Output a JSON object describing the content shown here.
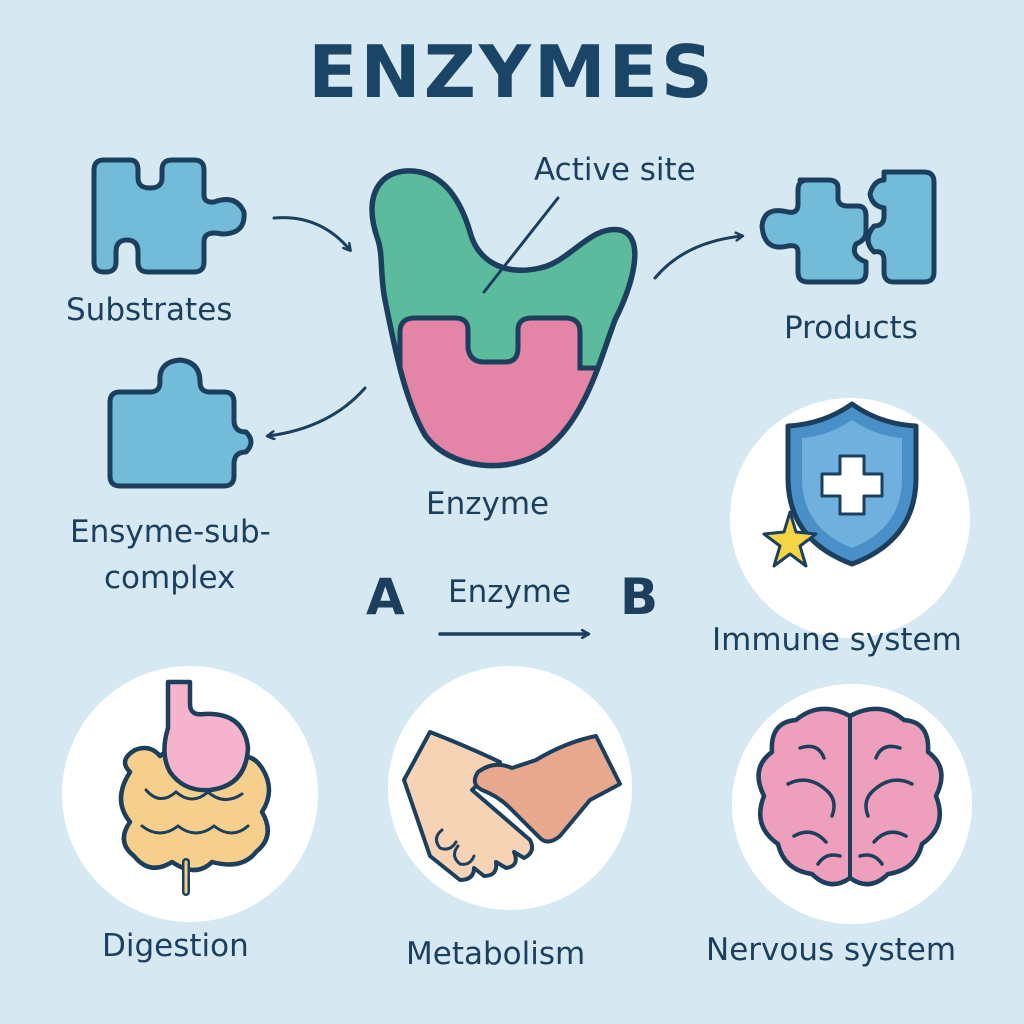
{
  "title": "ENZYMES",
  "labels": {
    "active_site": "Active site",
    "substrates": "Substrates",
    "products": "Products",
    "enzyme": "Enzyme",
    "complex_line1": "Ensyme-sub-",
    "complex_line2": "complex"
  },
  "reaction": {
    "from": "A",
    "to": "B",
    "catalyst": "Enzyme"
  },
  "roles": {
    "immune": "Immune system",
    "digestion": "Digestion",
    "metabolism": "Metabolism",
    "nervous": "Nervous system"
  },
  "colors": {
    "background": "#d6e9f3",
    "outline": "#1b3f5c",
    "puzzle": "#72bcd9",
    "enzyme_top": "#5dbb9d",
    "enzyme_bottom": "#e484a7",
    "shield": "#4a90c8",
    "star": "#f5d546"
  },
  "icons": [
    "puzzle-piece-icon",
    "enzyme-icon",
    "shield-cross-icon",
    "stomach-intestine-icon",
    "handshake-icon",
    "brain-icon"
  ]
}
